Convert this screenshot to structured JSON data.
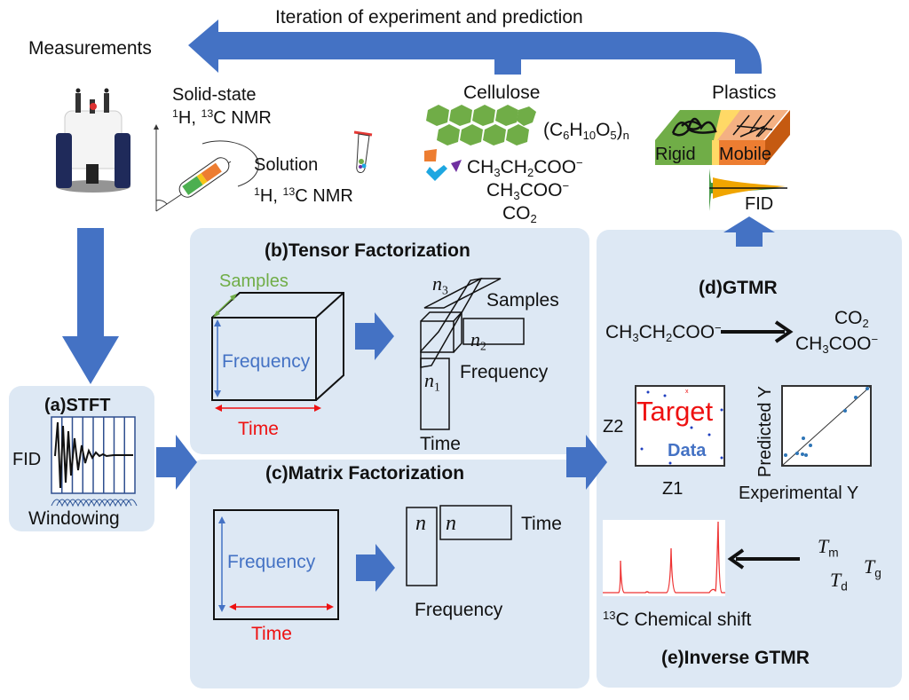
{
  "colors": {
    "arrow_blue": "#4472c4",
    "panel_bg": "#dde8f4",
    "axis_blue": "#4472c4",
    "axis_red": "#ee1111",
    "axis_green": "#70ad47",
    "cellulose_green": "#70ad47",
    "rigid_green": "#70ad47",
    "mobile_orange": "#ed7d31",
    "spectrum_red": "#ee3333"
  },
  "top": {
    "iteration_label": "Iteration of experiment and prediction",
    "measurements_label": "Measurements"
  },
  "nmr": {
    "solid_state": "Solid-state",
    "solid_nuclei": {
      "h_mass": "1",
      "h": "H, ",
      "c_mass": "13",
      "c": "C NMR"
    },
    "solution": "Solution",
    "solution_nuclei": {
      "h_mass": "1",
      "h": "H, ",
      "c_mass": "13",
      "c": "C NMR"
    }
  },
  "cellulose": {
    "label": "Cellulose",
    "formula": {
      "open": "(C",
      "c": "6",
      "h": "H",
      "h_n": "10",
      "o": "O",
      "o_n": "5",
      "close": ")",
      "n": "n"
    },
    "propionate": {
      "a": "CH",
      "a_n": "3",
      "b": "CH",
      "b_n": "2",
      "c": "COO",
      "charge": "−"
    },
    "acetate": {
      "a": "CH",
      "a_n": "3",
      "c": "COO",
      "charge": "−"
    },
    "co2": {
      "a": "CO",
      "a_n": "2"
    }
  },
  "plastics": {
    "label": "Plastics",
    "rigid": "Rigid",
    "mobile": "Mobile",
    "fid": "FID"
  },
  "panel_a": {
    "title": "(a)STFT",
    "fid_label": "FID",
    "windowing_label": "Windowing"
  },
  "panel_b": {
    "title": "(b)Tensor Factorization",
    "samples_axis": "Samples",
    "frequency_axis": "Frequency",
    "time_axis": "Time",
    "n3": "n",
    "n3_sub": "3",
    "n2": "n",
    "n2_sub": "2",
    "n1": "n",
    "n1_sub": "1",
    "samples_factor": "Samples",
    "frequency_factor": "Frequency",
    "time_factor": "Time"
  },
  "panel_c": {
    "title": "(c)Matrix Factorization",
    "frequency_axis": "Frequency",
    "time_axis": "Time",
    "n_left": "n",
    "n_right": "n",
    "time_factor": "Time",
    "frequency_factor": "Frequency"
  },
  "panel_d": {
    "title": "(d)GTMR",
    "reactant": {
      "a": "CH",
      "a_n": "3",
      "b": "CH",
      "b_n": "2",
      "c": "COO",
      "charge": "−"
    },
    "product_co2": {
      "a": "CO",
      "a_n": "2"
    },
    "product_acetate": {
      "a": "CH",
      "a_n": "3",
      "c": "COO",
      "charge": "−"
    },
    "map": {
      "target_label": "Target",
      "data_label": "Data",
      "x_label": "Z1",
      "y_label": "Z2"
    },
    "parity": {
      "x_label": "Experimental Y",
      "y_label": "Predicted Y"
    }
  },
  "panel_e": {
    "title": "(e)Inverse GTMR",
    "spectrum_label_mass": "13",
    "spectrum_label": "C Chemical shift",
    "tm": {
      "t": "T",
      "sub": "m"
    },
    "td": {
      "t": "T",
      "sub": "d"
    },
    "tg": {
      "t": "T",
      "sub": "g"
    }
  }
}
